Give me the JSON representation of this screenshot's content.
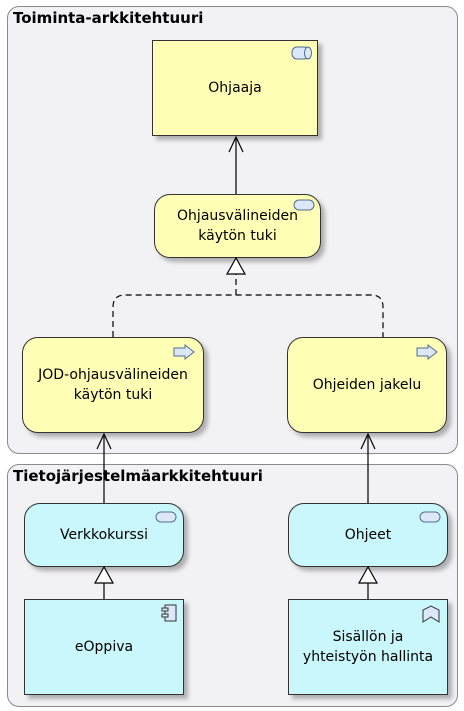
{
  "groups": {
    "business": {
      "title": "Toiminta-arkkitehtuuri"
    },
    "information_systems": {
      "title": "Tietojärjestelmäarkkitehtuuri"
    }
  },
  "nodes": {
    "ohjaaja": {
      "label": "Ohjaaja",
      "icon": "business-role-icon"
    },
    "tool_support": {
      "label": "Ohjausvälineiden käytön tuki",
      "icon": "business-service-icon"
    },
    "jod": {
      "label": "JOD-ohjausvälineiden käytön tuki",
      "icon": "business-process-icon"
    },
    "distribution": {
      "label": "Ohjeiden jakelu",
      "icon": "business-process-icon"
    },
    "course": {
      "label": "Verkkokurssi",
      "icon": "application-service-icon"
    },
    "guides": {
      "label": "Ohjeet",
      "icon": "application-service-icon"
    },
    "eoppiva": {
      "label": "eOppiva",
      "icon": "application-component-icon"
    },
    "content_mgmt": {
      "label": "Sisällön ja yhteistyön hallinta",
      "icon": "application-function-icon"
    }
  },
  "colors": {
    "business": "#ffffb5",
    "application": "#c9f7fb",
    "group": "#f2f1f4"
  }
}
